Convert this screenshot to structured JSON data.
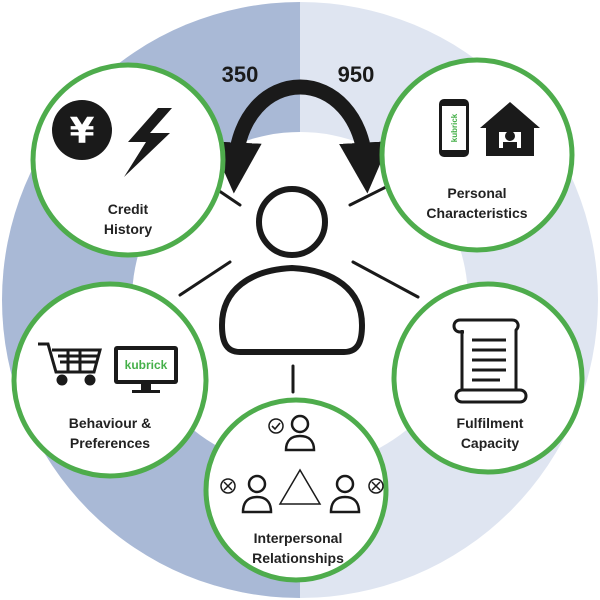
{
  "score": {
    "min": "350",
    "max": "950"
  },
  "nodes": {
    "credit": {
      "line1": "Credit",
      "line2": "History",
      "yen_symbol": "¥"
    },
    "personal": {
      "line1": "Personal",
      "line2": "Characteristics",
      "phone_brand": "kubrick"
    },
    "behaviour": {
      "line1": "Behaviour &",
      "line2": "Preferences",
      "monitor_brand": "kubrick"
    },
    "fulfilment": {
      "line1": "Fulfilment",
      "line2": "Capacity"
    },
    "interpersonal": {
      "line1": "Interpersonal",
      "line2": "Relationships"
    }
  },
  "colors": {
    "ring_dark": "#a9b9d6",
    "ring_light": "#dfe5f1",
    "node_border": "#4eac4c",
    "icon": "#1a1a1a"
  },
  "icons": [
    "yen-icon",
    "lightning-icon",
    "phone-icon",
    "house-icon",
    "shopping-cart-icon",
    "monitor-icon",
    "scroll-icon",
    "person-icon",
    "check-icon",
    "cross-icon",
    "triangle-icon"
  ]
}
